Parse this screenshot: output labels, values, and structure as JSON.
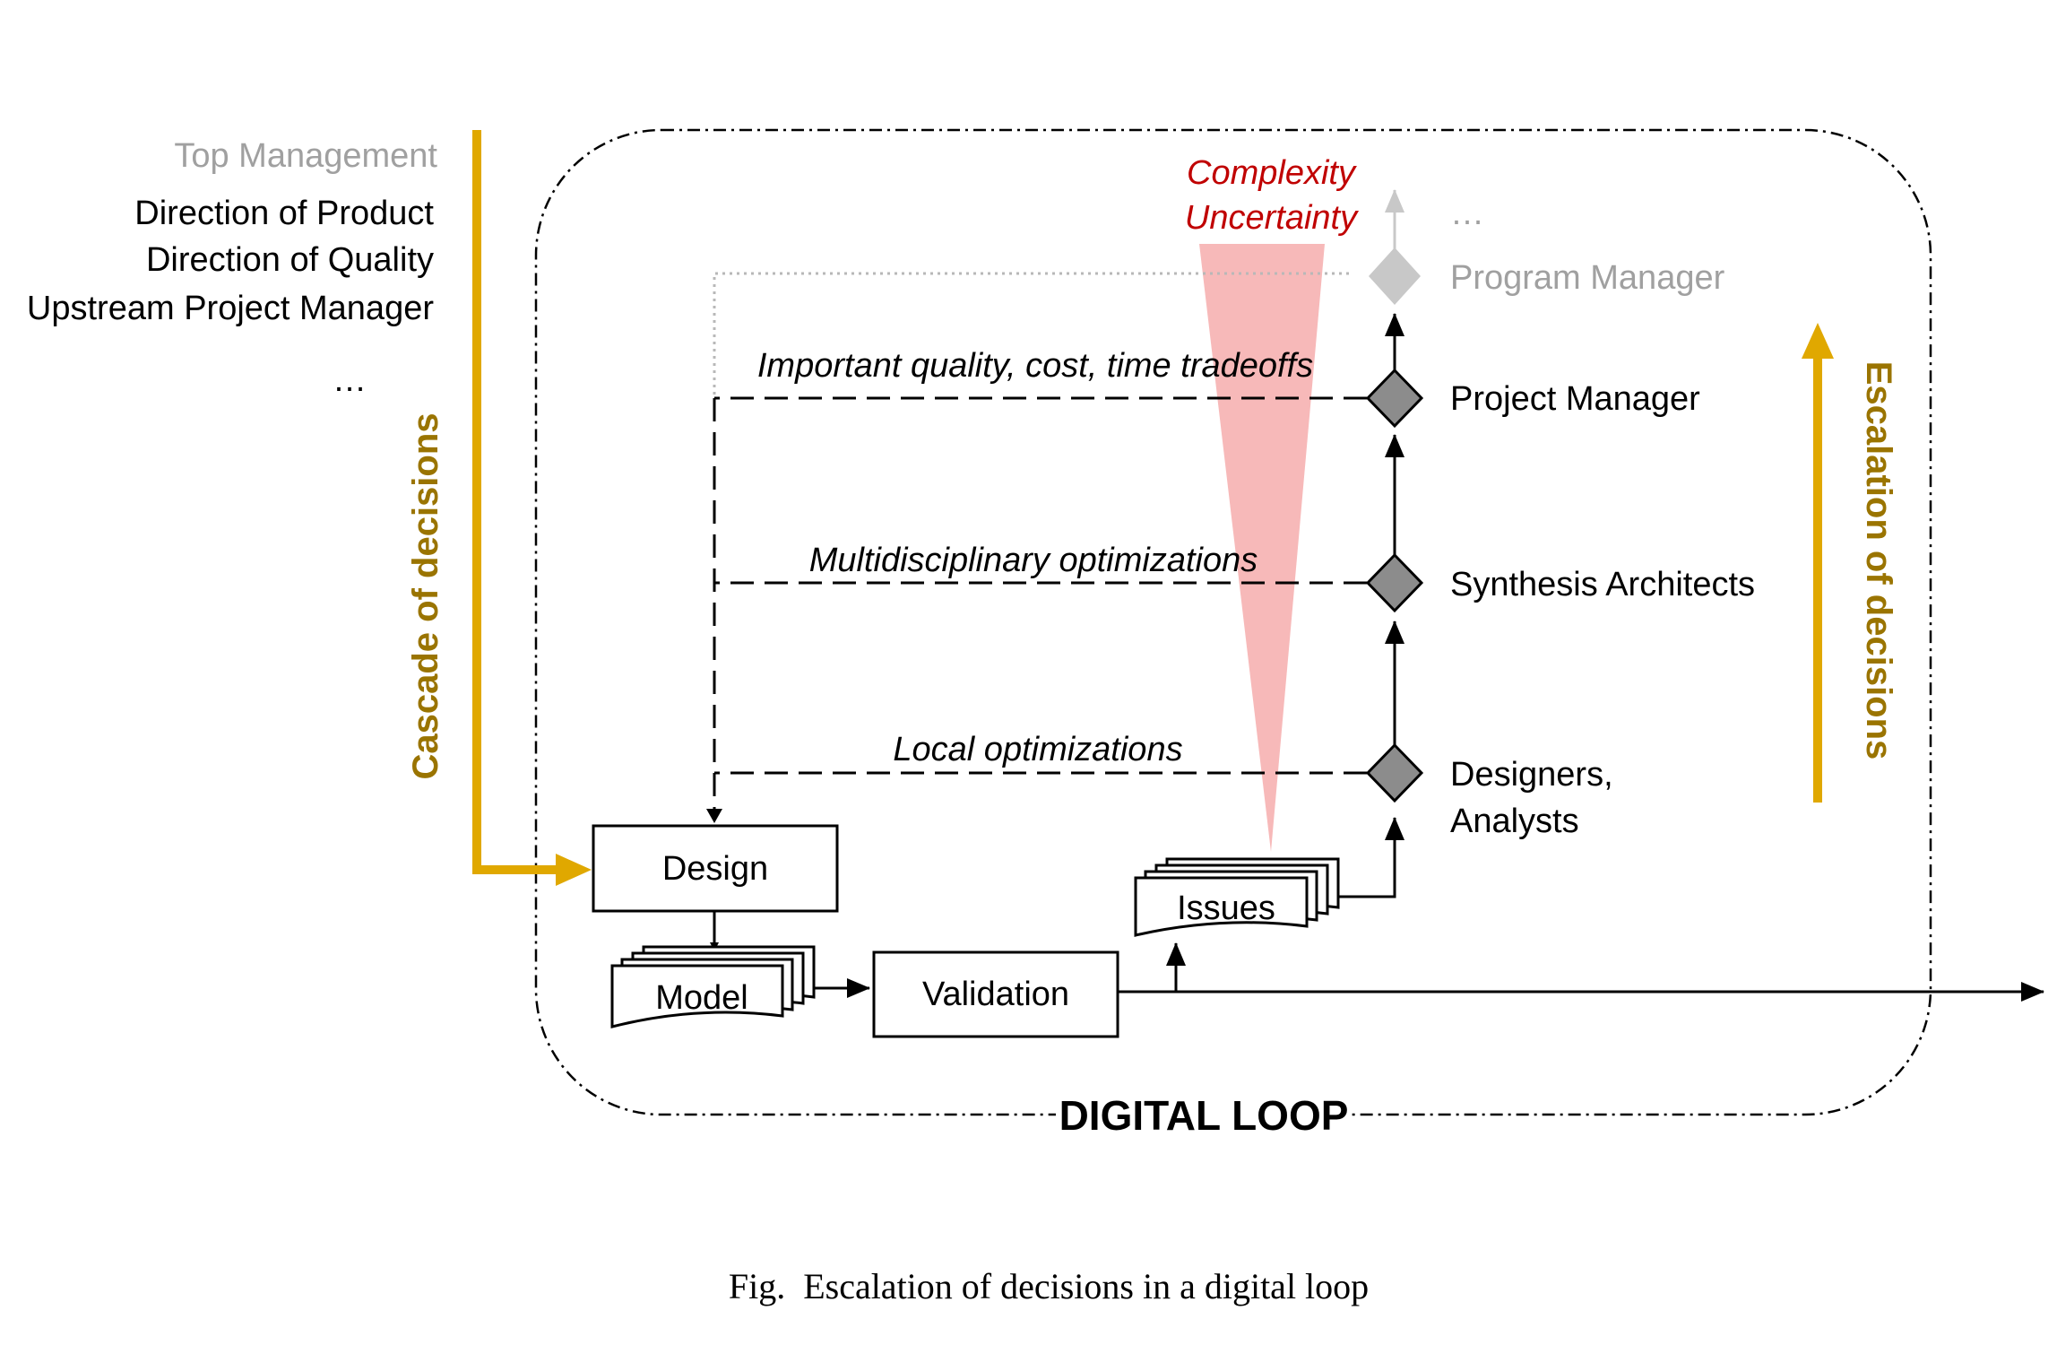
{
  "left_labels": {
    "top_management": "Top Management",
    "direction_product": "Direction of Product",
    "direction_quality": "Direction of Quality",
    "upstream_pm": "Upstream Project Manager",
    "ellipsis": "…"
  },
  "cascade_label": "Cascade of decisions",
  "escalation_label": "Escalation of decisions",
  "complexity": {
    "line1": "Complexity",
    "line2": "Uncertainty"
  },
  "roles": {
    "ellipsis": "…",
    "program_manager": "Program Manager",
    "project_manager": "Project Manager",
    "synthesis_architects": "Synthesis Architects",
    "designers_line1": "Designers,",
    "designers_line2": "Analysts"
  },
  "tradeoffs": {
    "important": "Important quality, cost, time tradeoffs",
    "multidisciplinary": "Multidisciplinary optimizations",
    "local": "Local optimizations"
  },
  "boxes": {
    "design": "Design",
    "model": "Model",
    "validation": "Validation",
    "issues": "Issues"
  },
  "loop_label": "DIGITAL LOOP",
  "caption": "Fig.  Escalation of decisions in a digital loop",
  "colors": {
    "gold": "#E0A800",
    "gold_text": "#9A7400",
    "red_text": "#C00000",
    "cone": "#F7B9B9",
    "diamond": "#8C8C8C",
    "diamond_faded": "#C8C8C8",
    "faded_text": "#A0A0A0"
  }
}
